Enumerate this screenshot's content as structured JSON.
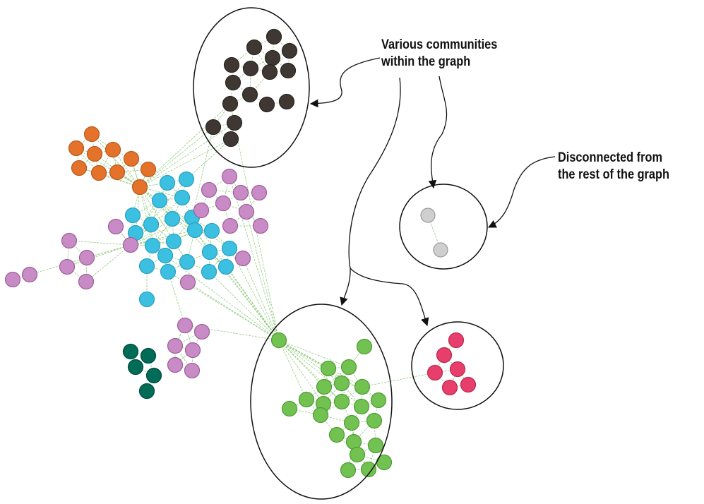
{
  "annotations": {
    "communities": {
      "line1": "Various communities",
      "line2": "within the graph"
    },
    "disconnected": {
      "line1": "Disconnected from",
      "line2": "the rest of the graph"
    }
  },
  "colors": {
    "brown": "#3f3832",
    "orange": "#e4722b",
    "cyan": "#3cc0e2",
    "violet": "#c88bc6",
    "darkgreen": "#006b57",
    "green": "#72c251",
    "pink": "#e83e6c",
    "gray": "#cfcfcf",
    "edge": "#7fc46a",
    "outline": "#111111"
  },
  "graph": {
    "communities": [
      {
        "name": "brown",
        "color_key": "brown",
        "circled": true
      },
      {
        "name": "orange",
        "color_key": "orange",
        "circled": false
      },
      {
        "name": "cyan",
        "color_key": "cyan",
        "circled": false
      },
      {
        "name": "violet",
        "color_key": "violet",
        "circled": false
      },
      {
        "name": "darkgreen",
        "color_key": "darkgreen",
        "circled": false
      },
      {
        "name": "green",
        "color_key": "green",
        "circled": true
      },
      {
        "name": "pink",
        "color_key": "pink",
        "circled": true
      },
      {
        "name": "gray",
        "color_key": "gray",
        "circled": true,
        "disconnected": true
      }
    ]
  }
}
